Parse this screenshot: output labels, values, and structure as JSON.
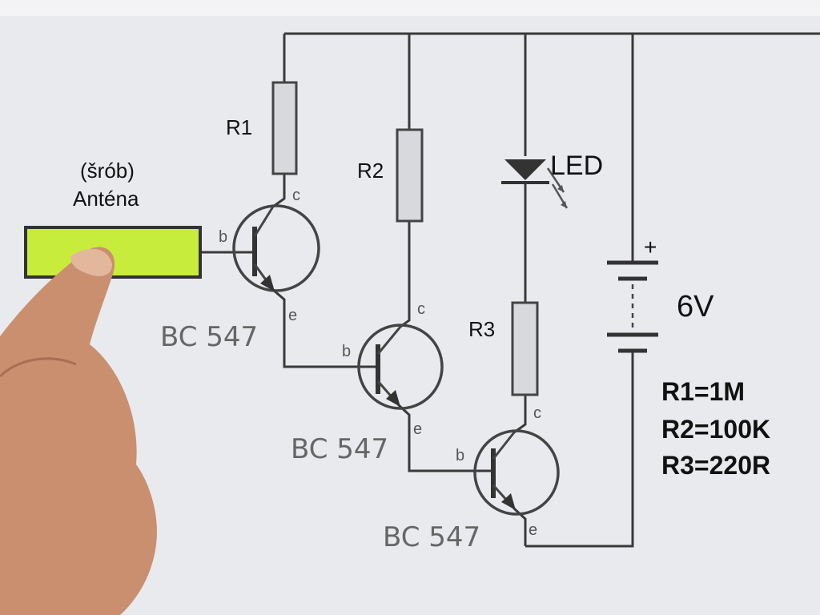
{
  "labels": {
    "r1": "R1",
    "r2": "R2",
    "r3": "R3",
    "antenna_line1": "(šrób)",
    "antenna_line2": "Anténa",
    "led": "LED",
    "voltage": "6V",
    "battery_plus": "+",
    "transistor_model": "BC 547",
    "pin_b": "b",
    "pin_c": "c",
    "pin_e": "e"
  },
  "values": {
    "r1": "R1=1M",
    "r2": "R2=100K",
    "r3": "R3=220R"
  },
  "colors": {
    "antenna": "#c8ec3c",
    "background": "#e9eaee",
    "wire": "#3a3a3a",
    "finger": "#c98f6e"
  }
}
